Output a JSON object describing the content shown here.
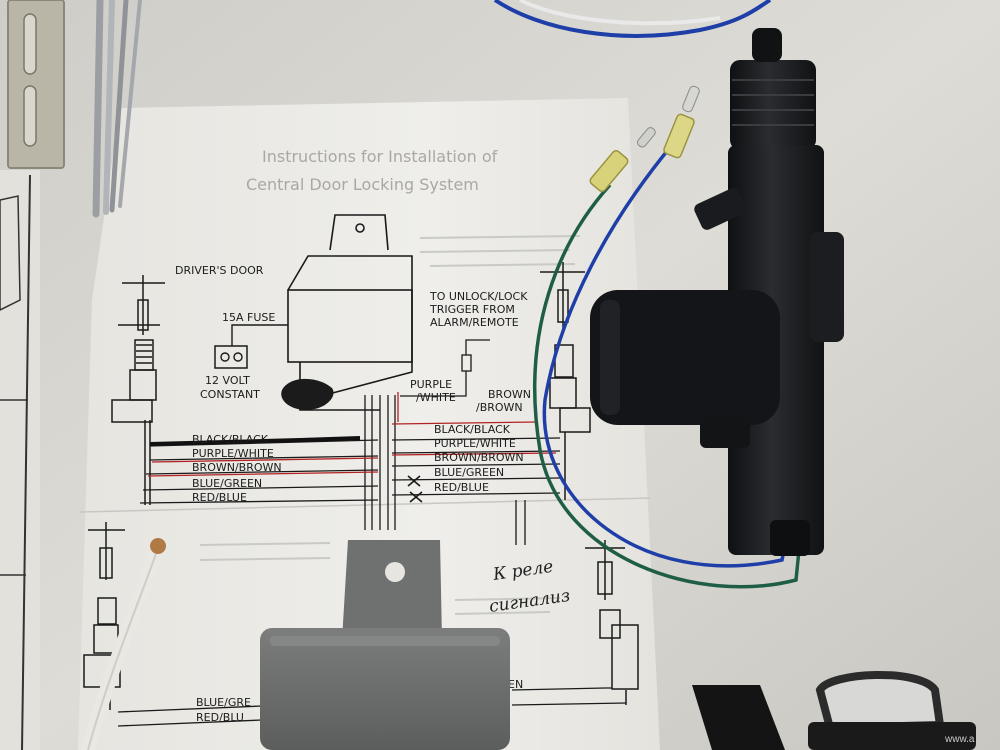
{
  "diagram": {
    "title_line1": "Instructions for Installation of",
    "title_line2": "Central Door Locking System",
    "drivers_door": "DRIVER'S DOOR",
    "fuse": "15A FUSE",
    "power": [
      "12 VOLT",
      "CONSTANT"
    ],
    "trigger": [
      "TO UNLOCK/LOCK",
      "TRIGGER FROM",
      "ALARM/REMOTE"
    ],
    "left_wires": [
      "BLACK/BLACK",
      "PURPLE/WHITE",
      "BROWN/BROWN",
      "BLUE/GREEN",
      "RED/BLUE"
    ],
    "right_wires": [
      "BLACK/BLACK",
      "PURPLE/WHITE",
      "BROWN/BROWN",
      "BLUE/GREEN",
      "RED/BLUE"
    ],
    "purple_white": [
      "PURPLE",
      "/WHITE"
    ],
    "brown_brown": [
      "BROWN",
      "/BROWN"
    ],
    "bottom_wires": [
      "BLUE/GRE",
      "RED/BLU"
    ],
    "bottom_right_fragment": "EN"
  },
  "handwriting": {
    "line1": "К реле",
    "line2": "сигнализ"
  },
  "watermark": "www.a",
  "colors": {
    "paper": "#ecebe6",
    "background": "#d5d3cd",
    "actuator": "#161719",
    "relay_box": "#6d6e6e",
    "blue_wire": "#1f3fa8",
    "green_wire": "#1f5e46",
    "red_marker": "#b32222"
  }
}
